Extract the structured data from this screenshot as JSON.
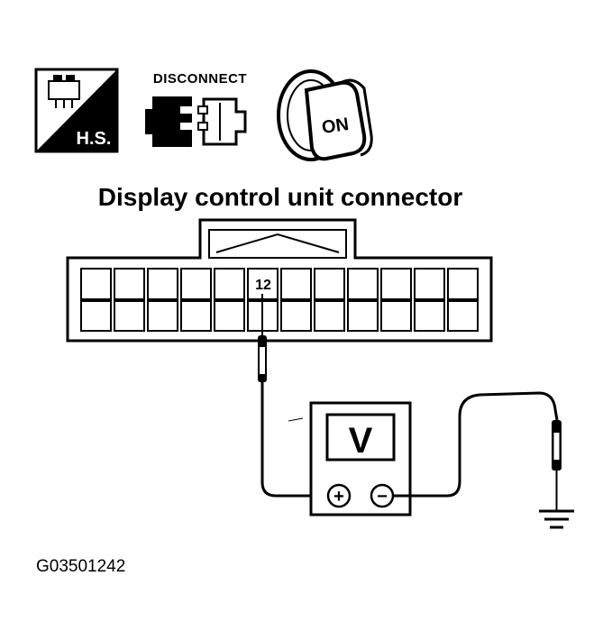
{
  "icons": {
    "hs_label": "H.S.",
    "disconnect_label": "DISCONNECT",
    "key_label": "ON"
  },
  "connector": {
    "title": "Display control unit connector",
    "terminal_label": "12"
  },
  "meter": {
    "display_label": "V",
    "plus_symbol": "+",
    "minus_symbol": "−"
  },
  "figure_id": "G03501242"
}
